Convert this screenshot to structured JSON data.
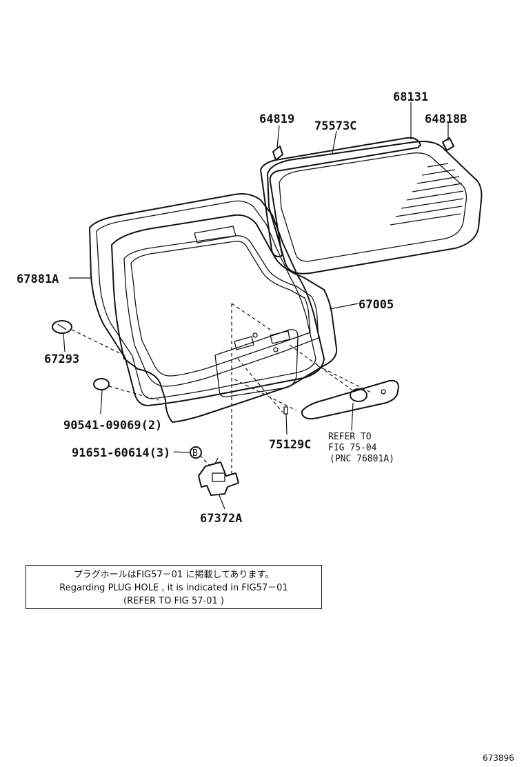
{
  "parts": {
    "p68131": "68131",
    "p64819": "64819",
    "p75573C": "75573C",
    "p64818B": "64818B",
    "p67881A": "67881A",
    "p67005": "67005",
    "p67293": "67293",
    "p90541": "90541-09069(2)",
    "p91651": "91651-60614(3)",
    "p75129C": "75129C",
    "p67372A": "67372A"
  },
  "refer": {
    "line1": "REFER TO",
    "line2": "FIG 75-04",
    "line3": "(PNC 76801A)"
  },
  "note": {
    "line_jp": "プラグホールはFIG57－01 に掲載してあります。",
    "line_en": "Regarding PLUG HOLE , it is indicated in FIG57－01",
    "line_ref": "(REFER TO FIG 57-01 )"
  },
  "figure_id": "673896"
}
